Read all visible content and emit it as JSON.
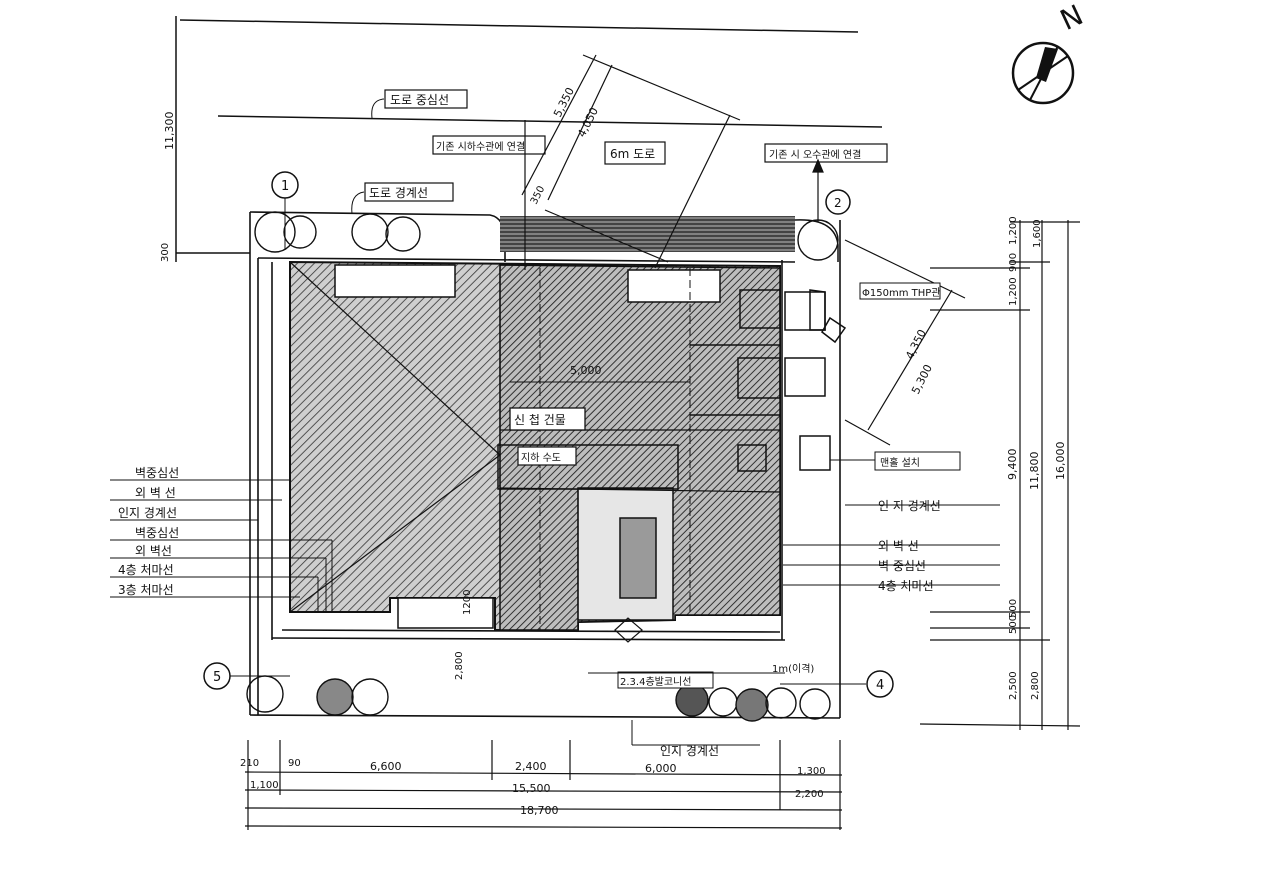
{
  "north": "N",
  "labels": {
    "road_center": "도로 중심선",
    "road_boundary": "도로 경계선",
    "road_6m": "6m 도로",
    "sewer_left": "기존 시하수관에 연결",
    "sewer_right": "기존 시 오수관에 연결",
    "new_building": "신 첩 건물",
    "basement_exit": "지하 수도",
    "pipe": "Φ150mm THP관",
    "manhole": "맨홀 설치",
    "site_boundary_r": "인 지 경계선",
    "outer_wall_r": "외 벽 선",
    "wall_center_r": "벽 중심선",
    "eave_4f_r": "4층 처마선",
    "site_boundary_bottom": "인지 경계선",
    "canopy": "2.3.4층발코니선",
    "left_list": [
      "벽중심선",
      "외 벽 선",
      "인지 경계선",
      "벽중심선",
      "외 벽선",
      "4층 처마선",
      "3층 처마선"
    ]
  },
  "dims": {
    "top_11300": "11,300",
    "top_300": "300",
    "diag_5350": "5,350",
    "diag_4050": "4,050",
    "diag_4350": "4,350",
    "diag_5300": "5,300",
    "diag_350": "350",
    "inner_5000": "5,000",
    "r_1200": "1,200",
    "r_1600": "1,600",
    "r_900": "900",
    "r_1200b": "1,200",
    "r_9400": "9,400",
    "r_11800": "11,800",
    "r_16000": "16,000",
    "r_500": "500",
    "r_500b": "500",
    "r_2500": "2,500",
    "r_2800": "2,800",
    "b_2800": "2,800",
    "b_1200": "1200",
    "bot_210": "210",
    "bot_90": "90",
    "bot_6600": "6,600",
    "bot_2400": "2,400",
    "bot_6000": "6,000",
    "bot_1300": "1,300",
    "bot_1100": "1,100",
    "bot_15500": "15,500",
    "bot_2200": "2,200",
    "bot_18700": "18,700",
    "south": "1m(이격)"
  },
  "grid_markers": [
    "1",
    "2",
    "4",
    "5"
  ]
}
